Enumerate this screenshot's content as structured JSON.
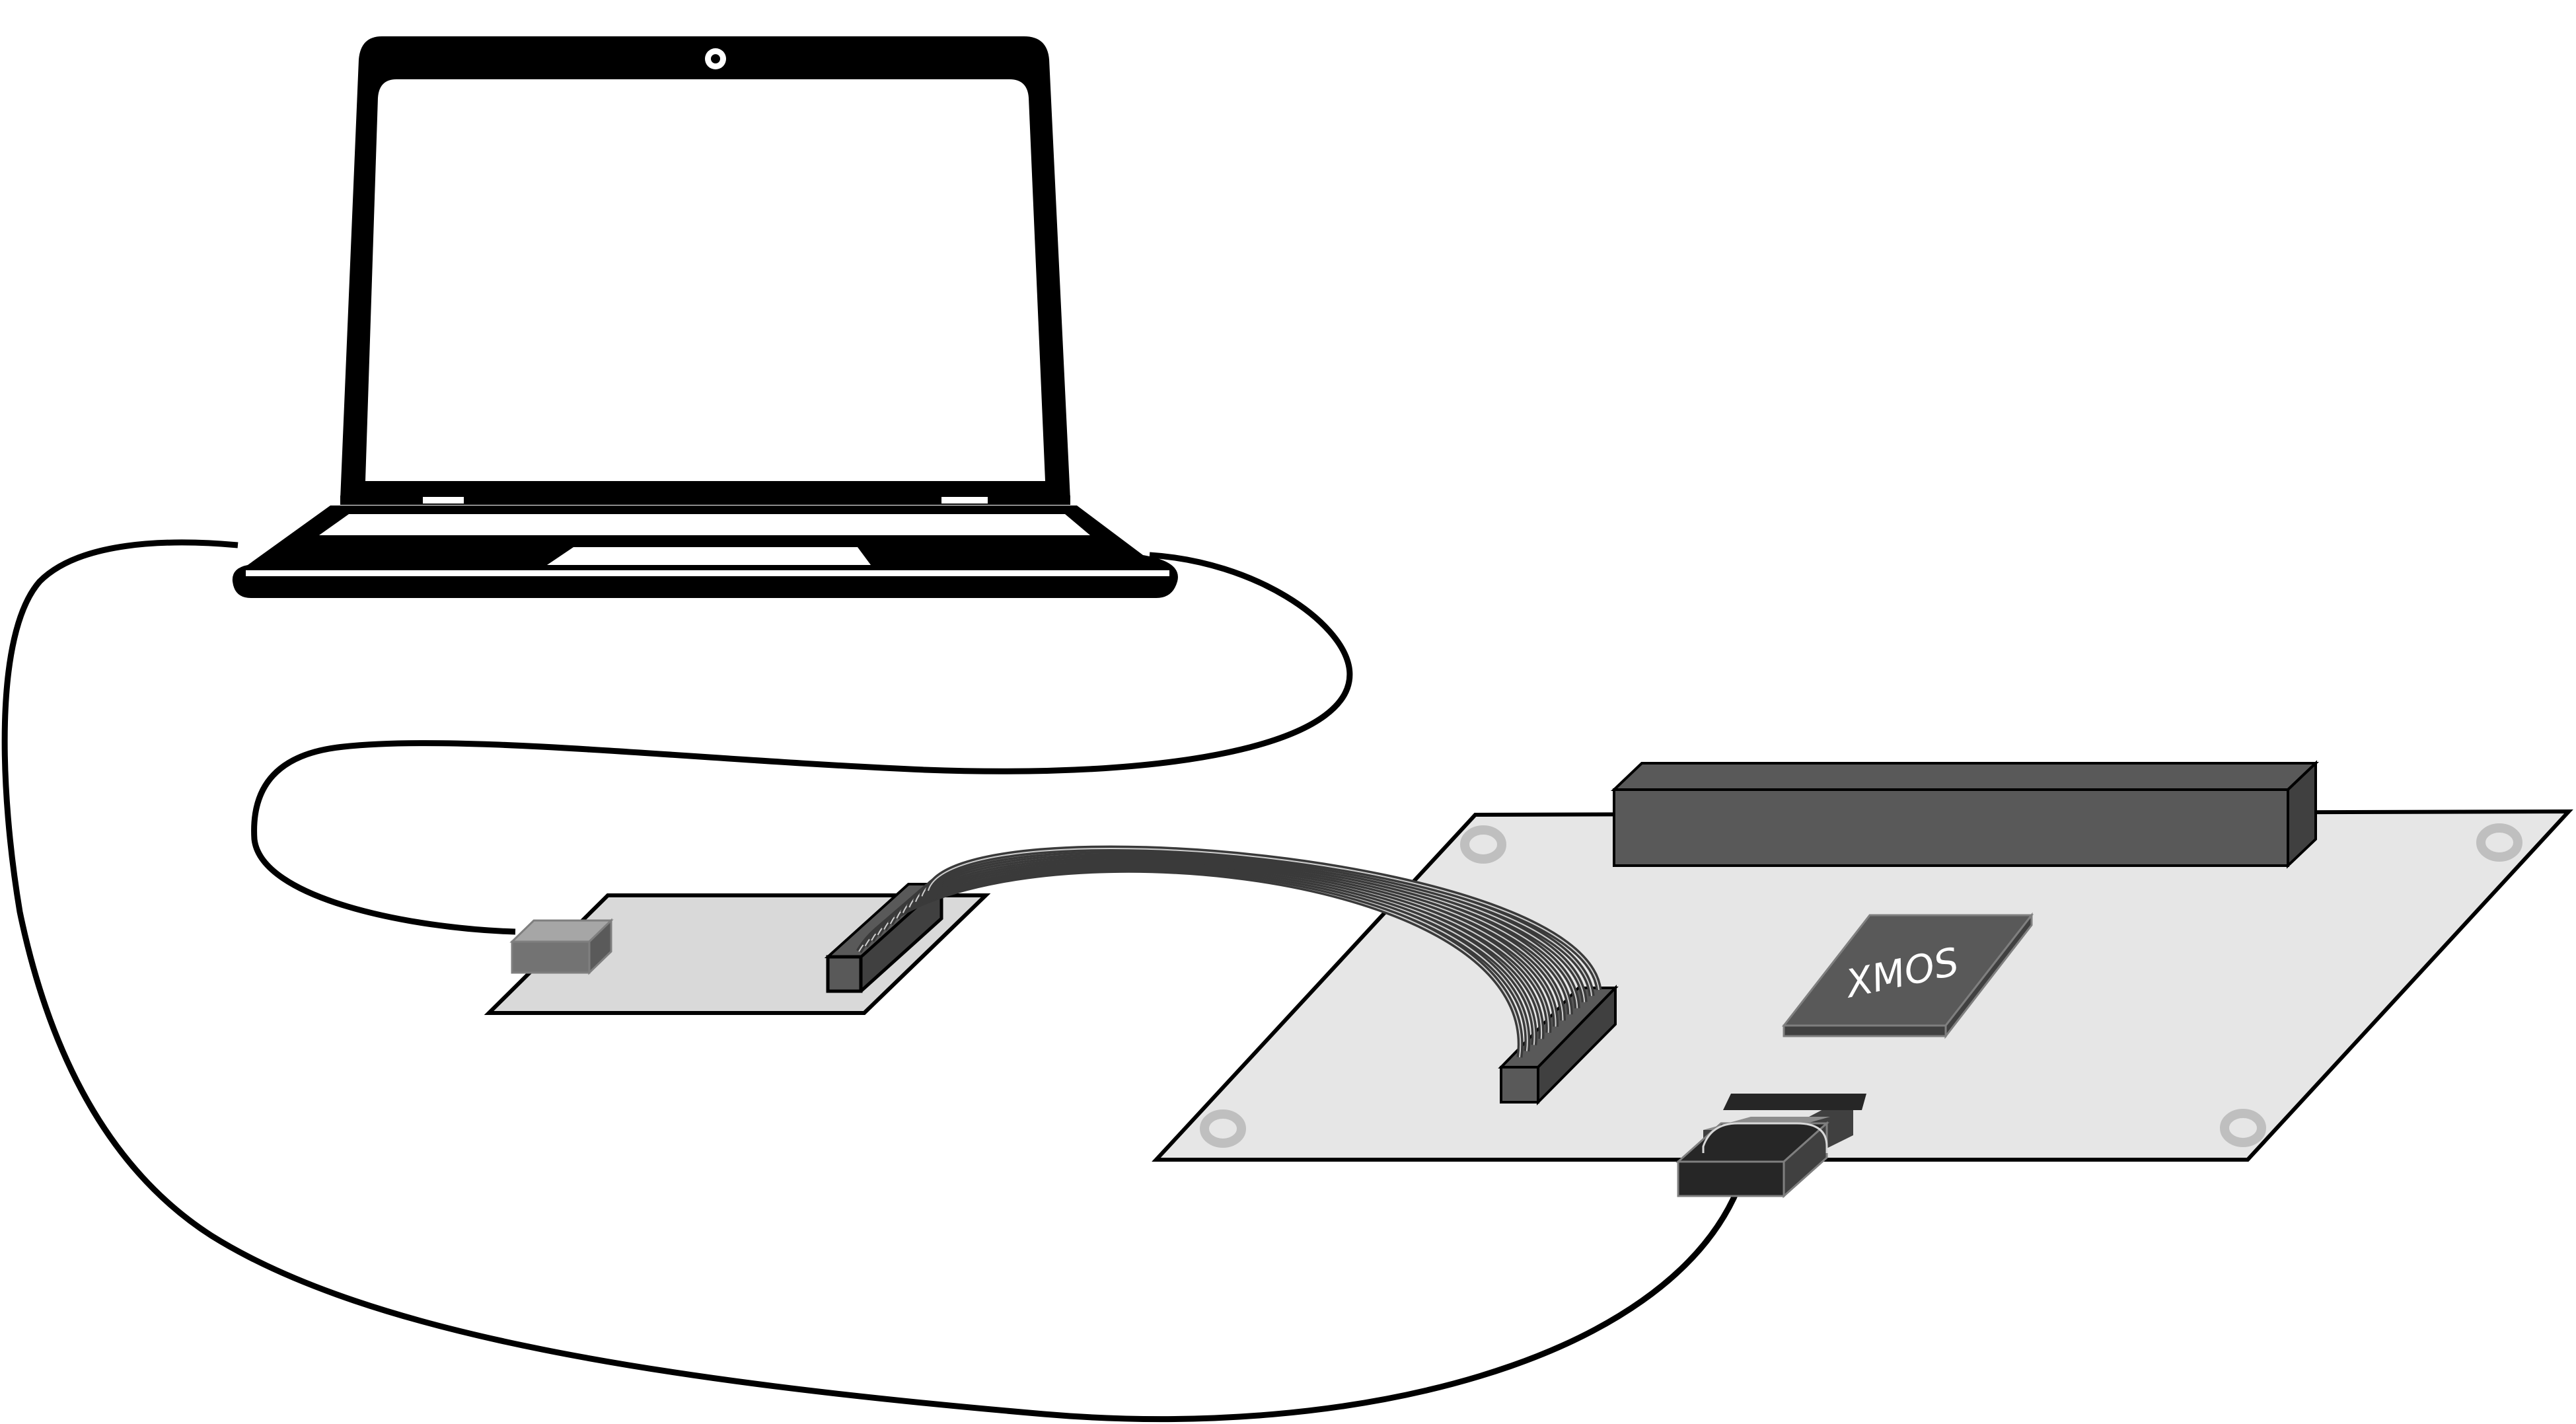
{
  "chip": {
    "label": "XMOS"
  },
  "colors": {
    "outline": "#000000",
    "laptop": "#000000",
    "debug_board": "#d9d9d9",
    "main_board": "#e6e6e6",
    "dark_gray": "#595959",
    "mid_gray": "#7f7f7f",
    "light_gray": "#c2c2c2",
    "mount_hole": "#bfbfbf",
    "usb_plug": "#262626"
  },
  "icons": [
    "laptop-icon",
    "usb-cable",
    "debug-adapter-board",
    "ribbon-cable",
    "xmos-dev-board"
  ]
}
